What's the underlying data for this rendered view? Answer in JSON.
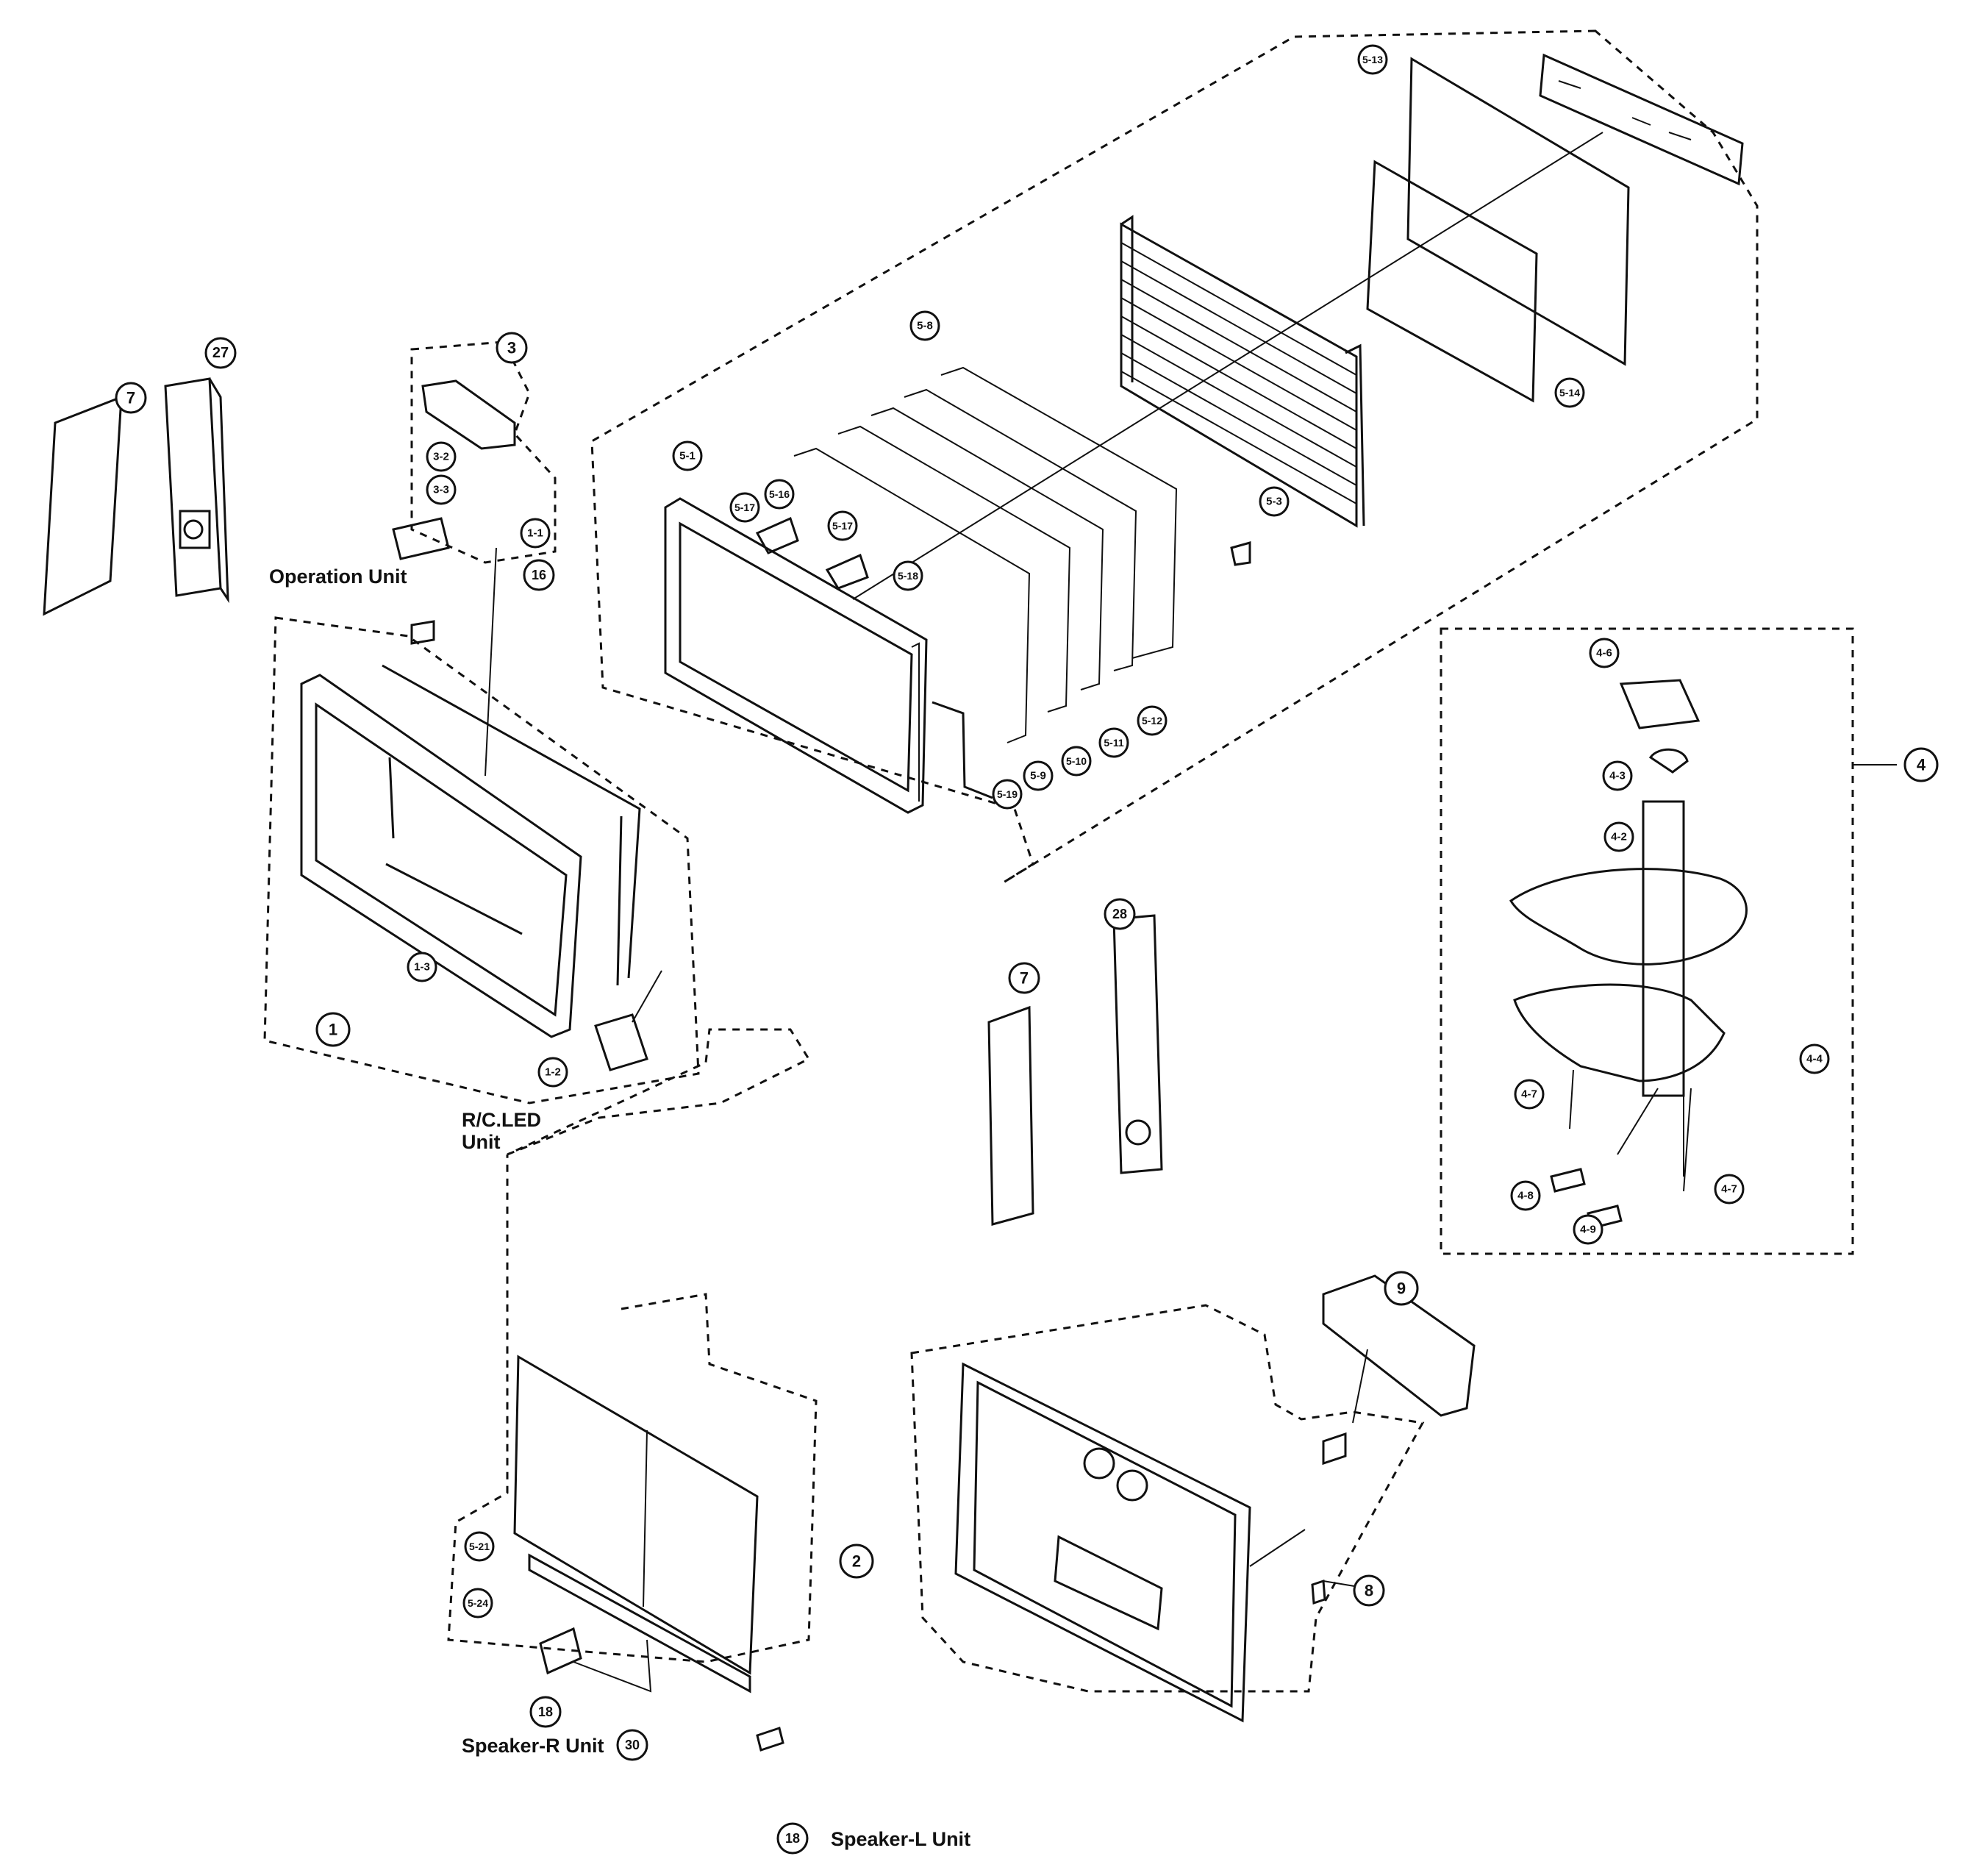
{
  "callouts": {
    "c7a": "7",
    "c27": "27",
    "c3": "3",
    "c3_2": "3-2",
    "c3_3": "3-3",
    "c1_1": "1-1",
    "c16": "16",
    "c1": "1",
    "c1_3": "1-3",
    "c1_2": "1-2",
    "c5_1": "5-1",
    "c5_17a": "5-17",
    "c5_16": "5-16",
    "c5_17b": "5-17",
    "c5_18": "5-18",
    "c5_8": "5-8",
    "c5_13": "5-13",
    "c5_14": "5-14",
    "c5_3": "5-3",
    "c5_19": "5-19",
    "c5_9": "5-9",
    "c5_10": "5-10",
    "c5_11": "5-11",
    "c5_12": "5-12",
    "c4": "4",
    "c4_6": "4-6",
    "c4_3": "4-3",
    "c4_2": "4-2",
    "c4_4": "4-4",
    "c4_7a": "4-7",
    "c4_7b": "4-7",
    "c4_8": "4-8",
    "c4_9": "4-9",
    "c28": "28",
    "c7b": "7",
    "c9": "9",
    "c2": "2",
    "c8": "8",
    "c5_21": "5-21",
    "c5_24": "5-24",
    "c18a": "18",
    "c30": "30",
    "c18b": "18"
  },
  "labels": {
    "operation_unit": "Operation Unit",
    "rc_led_line1": "R/C.LED",
    "rc_led_line2": "Unit",
    "speaker_r_unit": "Speaker-R Unit",
    "speaker_l_unit": "Speaker-L Unit"
  }
}
